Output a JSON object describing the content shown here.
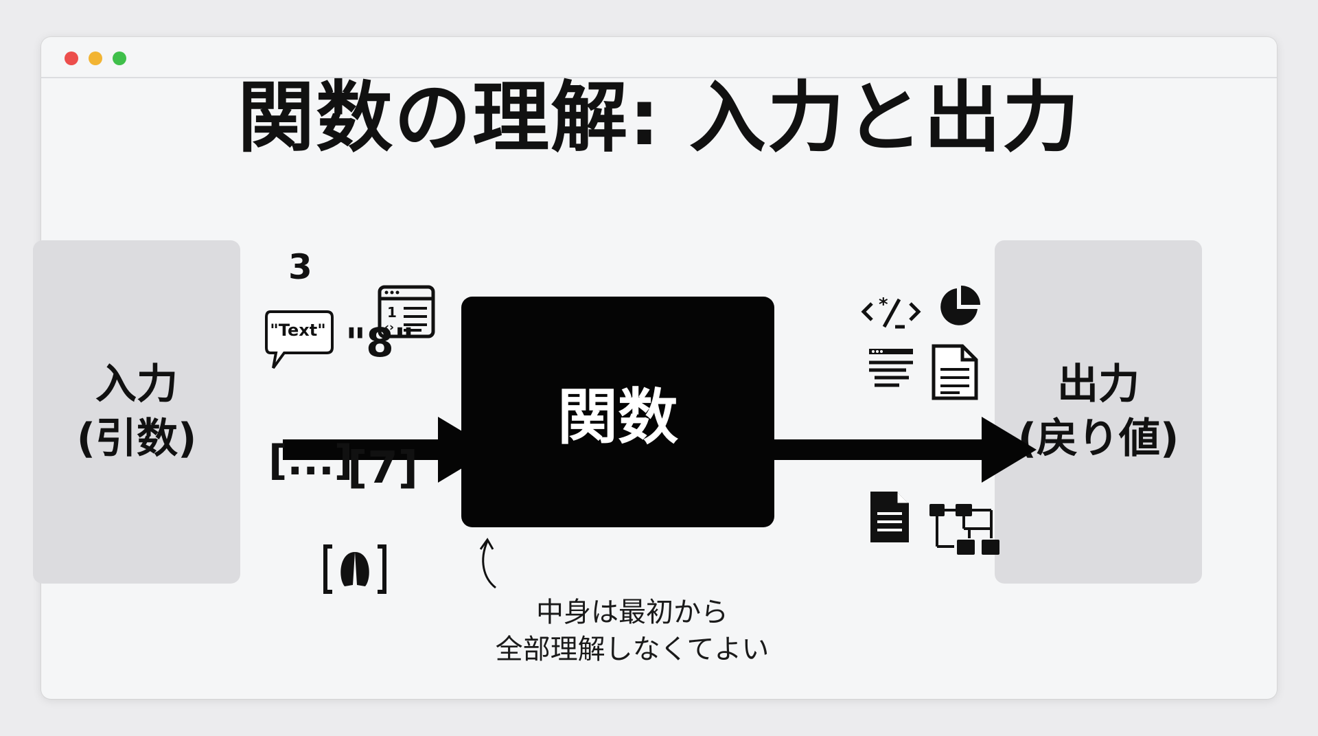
{
  "window": {
    "controls": [
      "close",
      "minimize",
      "zoom"
    ]
  },
  "title": "関数の理解: 入力と出力",
  "input_box": {
    "line1": "入力",
    "line2": "(引数)"
  },
  "function_box": {
    "label": "関数"
  },
  "output_box": {
    "line1": "出力",
    "line2": "(戻り値)"
  },
  "input_examples": {
    "number": "3",
    "text_bubble": "\"Text\"",
    "string_number": "\"8\"",
    "list_ellipsis": "[...]",
    "list_seven": "[7]",
    "icons": [
      "code-list-window-icon",
      "speech-bubble-icon",
      "list-object-icon"
    ]
  },
  "output_examples": {
    "code_symbol": "<*/_>",
    "icons": [
      "code-symbol-icon",
      "pie-chart-icon",
      "text-lines-icon",
      "document-icon",
      "document-filled-icon",
      "flowchart-icon"
    ]
  },
  "note": {
    "line1": "中身は最初から",
    "line2": "全部理解しなくてよい"
  },
  "colors": {
    "background": "#ececee",
    "window": "#f5f6f7",
    "side_box": "#dcdcdf",
    "function_box": "#050505",
    "close": "#ec4e4c",
    "minimize": "#f2b433",
    "zoom": "#3fbf4a"
  }
}
